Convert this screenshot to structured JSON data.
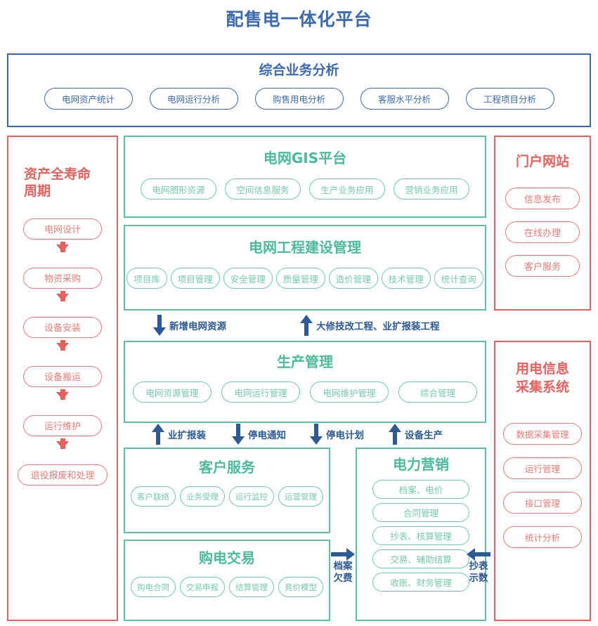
{
  "title": "配售电一体化平台",
  "colors": {
    "blue": "#3c6ab0",
    "arrow_blue": "#2b5a96",
    "green": "#5fbfa3",
    "green_light": "#74c9b0",
    "red": "#e8615e",
    "red_light": "#ec7b78",
    "background": "#ffffff"
  },
  "top_panel": {
    "title": "综合业务分析",
    "items": [
      "电网资产统计",
      "电网运行分析",
      "购售用电分析",
      "客服水平分析",
      "工程项目分析"
    ]
  },
  "asset_column": {
    "title": "资产全寿命周期",
    "steps": [
      "电网设计",
      "物资采购",
      "设备安装",
      "设备搬运",
      "运行维护",
      "退役报废和处理"
    ]
  },
  "gis_box": {
    "title": "电网GIS平台",
    "items": [
      "电网图形资源",
      "空间信息服务",
      "生产业务应用",
      "营销业务应用"
    ]
  },
  "engineering_box": {
    "title": "电网工程建设管理",
    "items": [
      "项目库",
      "项目管理",
      "安全管理",
      "质量管理",
      "造价管理",
      "技术管理",
      "统计查询"
    ]
  },
  "production_box": {
    "title": "生产管理",
    "items": [
      "电网资源管理",
      "电网运行管理",
      "电网维护管理",
      "综合管理"
    ]
  },
  "customer_service_box": {
    "title": "客户服务",
    "items": [
      "客户联络",
      "业务受理",
      "运行监控",
      "运营管理"
    ]
  },
  "purchase_box": {
    "title": "购电交易",
    "items": [
      "购电合同",
      "交易申报",
      "结算管理",
      "竞价模型"
    ]
  },
  "marketing_box": {
    "title": "电力营销",
    "items": [
      "档案、电价",
      "合同管理",
      "抄表、核算管理",
      "交易、辅助结算",
      "收账、财务管理"
    ]
  },
  "portal_column": {
    "title": "门户网站",
    "items": [
      "信息发布",
      "在线办理",
      "客户服务"
    ]
  },
  "meter_column": {
    "title": "用电信息采集系统",
    "items": [
      "数据采集管理",
      "运行管理",
      "接口管理",
      "统计分析"
    ]
  },
  "connectors": {
    "eng_to_prod": {
      "label": "新增电网资源",
      "direction": "down"
    },
    "prod_to_eng": {
      "label": "大修技改工程、业扩报装工程",
      "direction": "up"
    },
    "cs_to_prod_1": {
      "label": "业扩报装",
      "direction": "up"
    },
    "prod_to_cs_1": {
      "label": "停电通知",
      "direction": "down"
    },
    "prod_to_cs_2": {
      "label": "停电计划",
      "direction": "down"
    },
    "mkt_to_prod": {
      "label": "设备生产",
      "direction": "up"
    },
    "buy_to_mkt": {
      "label": "档案\n欠费",
      "label_line1": "档案",
      "label_line2": "欠费",
      "direction": "right"
    },
    "meter_to_mkt": {
      "label": "抄表\n示数",
      "label_line1": "抄表",
      "label_line2": "示数",
      "direction": "left"
    }
  }
}
